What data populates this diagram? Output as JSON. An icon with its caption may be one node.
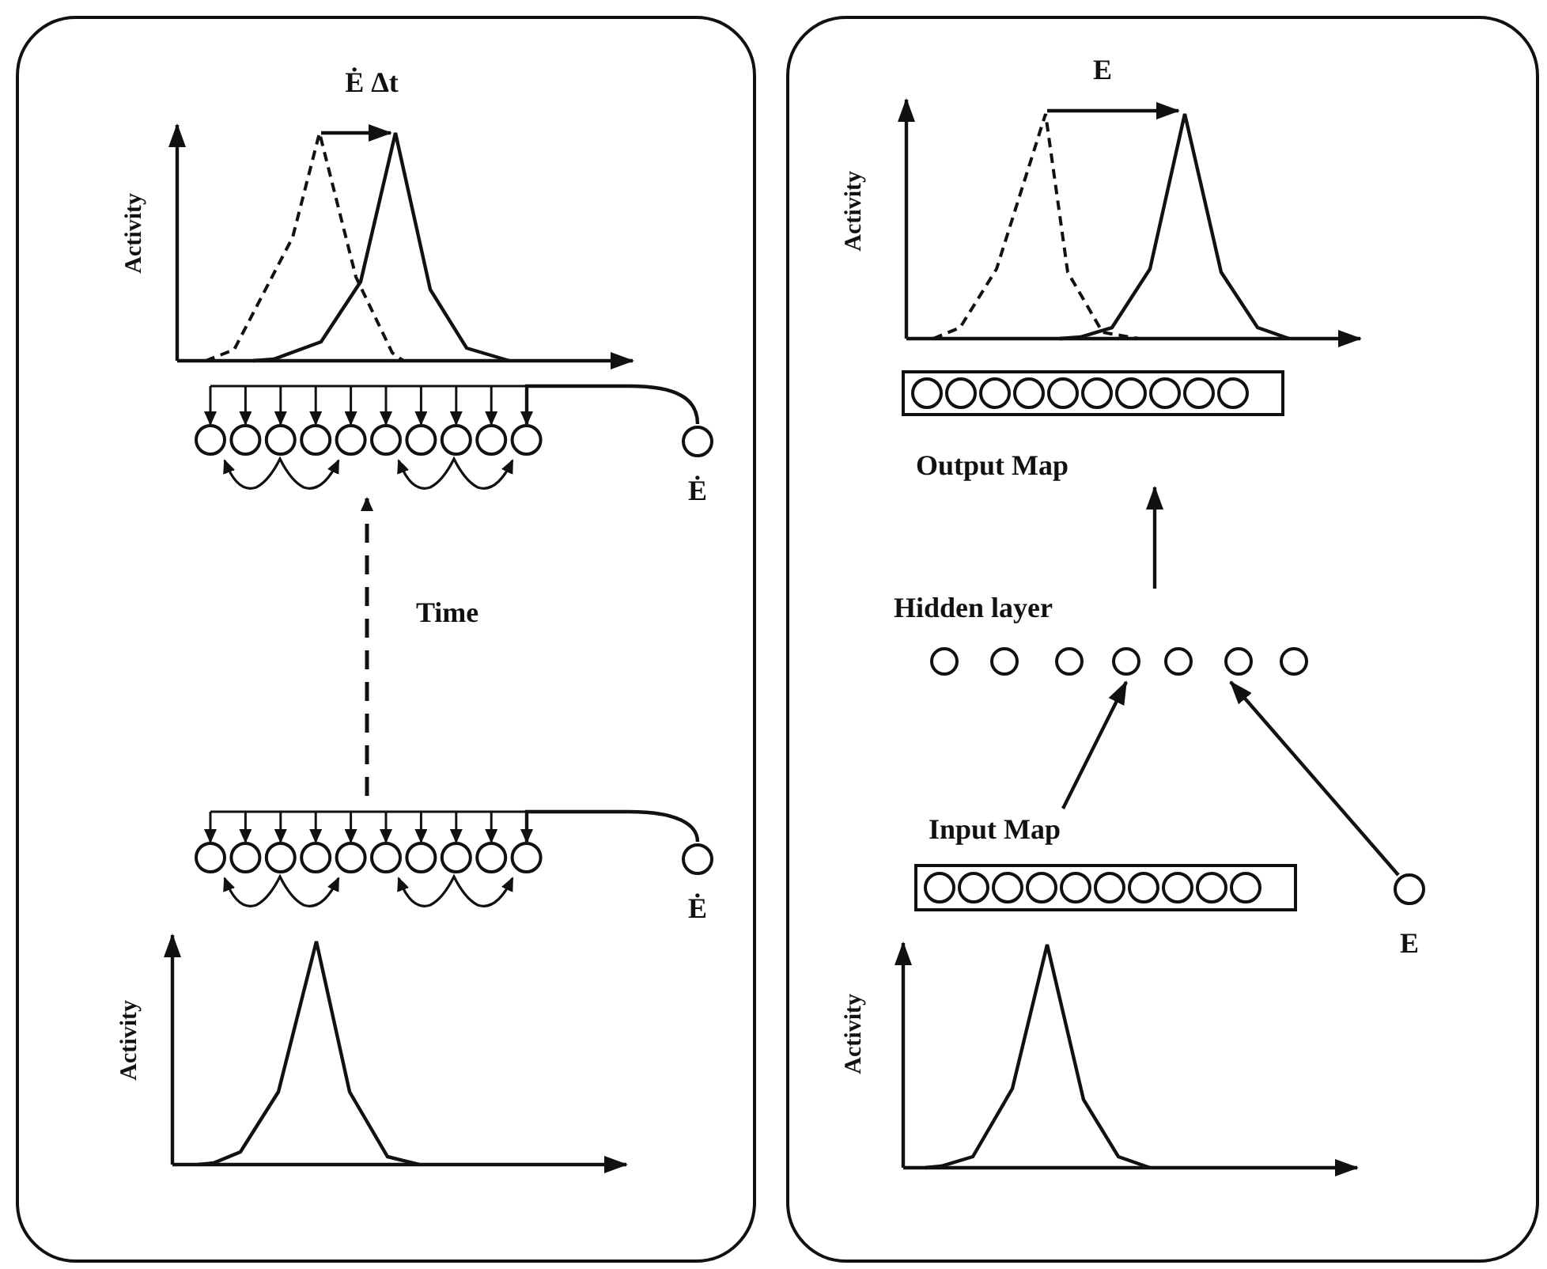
{
  "diagram": {
    "nodes": [
      {
        "text": [],
        "shape": "box"
      },
      {
        "text": [],
        "shape": "box"
      },
      {
        "text": [
          "Activity"
        ],
        "in": 0,
        "beside": [
          "Ė Δt"
        ]
      },
      {
        "text": [],
        "shape": "circle",
        "in": 0
      },
      {
        "text": [],
        "shape": "circle",
        "in": 0,
        "beside": [
          "Ė"
        ]
      },
      {
        "text": [],
        "shape": "circle",
        "in": 0
      },
      {
        "text": [],
        "shape": "circle",
        "in": 0,
        "beside": [
          "Ė"
        ]
      },
      {
        "text": [
          "Activity"
        ],
        "in": 0
      },
      {
        "text": [
          "Activity"
        ],
        "in": 1,
        "beside": [
          "E"
        ]
      },
      {
        "text": [
          "Output Map"
        ],
        "in": 1
      },
      {
        "text": [
          "Hidden layer"
        ],
        "in": 1
      },
      {
        "text": [
          "Input Map"
        ],
        "in": 1
      },
      {
        "text": [],
        "shape": "circle",
        "in": 1,
        "beside": [
          "E"
        ]
      },
      {
        "text": [
          "Activity"
        ],
        "in": 1
      }
    ],
    "edges": [
      {
        "from": 4,
        "to": 3,
        "arrow": "to"
      },
      {
        "from": 6,
        "to": 5,
        "arrow": "to"
      },
      {
        "from": 5,
        "to": 3,
        "arrow": "to",
        "style": "dashed",
        "label": "Time"
      },
      {
        "from": 10,
        "to": 9,
        "arrow": "to"
      },
      {
        "from": 11,
        "to": 10,
        "arrow": "to"
      },
      {
        "from": 12,
        "to": 10,
        "arrow": "to"
      }
    ]
  }
}
